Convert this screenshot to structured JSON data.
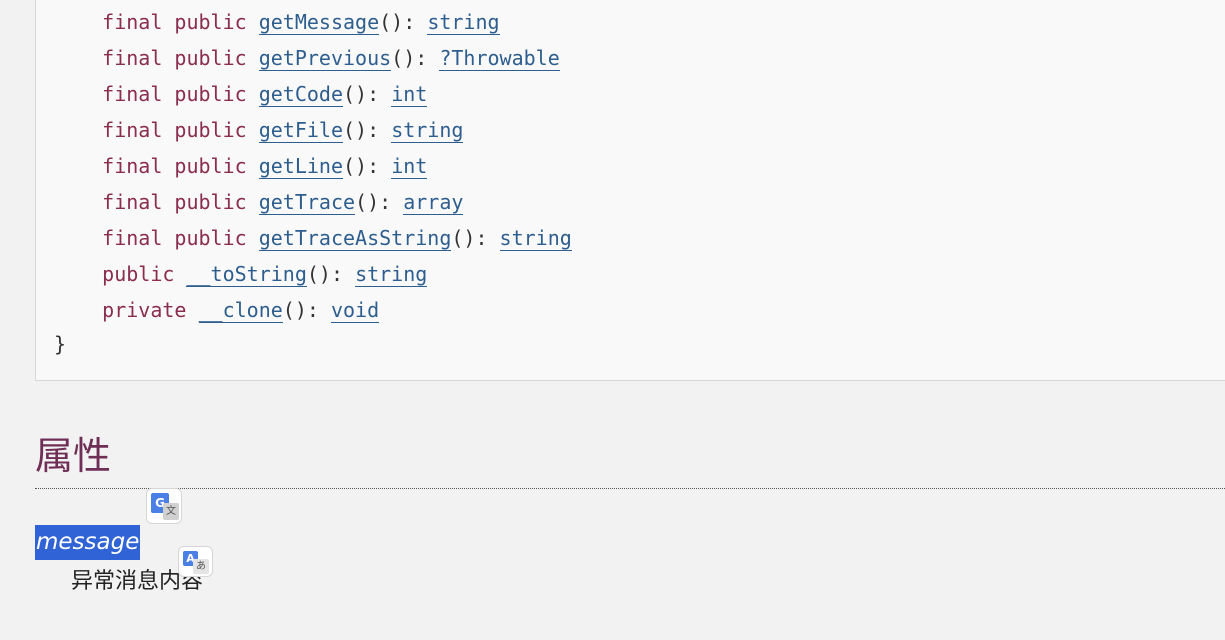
{
  "code": {
    "lines": [
      {
        "kw": "final public ",
        "method": "getMessage",
        "sep": "(): ",
        "type": "string"
      },
      {
        "kw": "final public ",
        "method": "getPrevious",
        "sep": "(): ",
        "type": "?Throwable"
      },
      {
        "kw": "final public ",
        "method": "getCode",
        "sep": "(): ",
        "type": "int"
      },
      {
        "kw": "final public ",
        "method": "getFile",
        "sep": "(): ",
        "type": "string"
      },
      {
        "kw": "final public ",
        "method": "getLine",
        "sep": "(): ",
        "type": "int"
      },
      {
        "kw": "final public ",
        "method": "getTrace",
        "sep": "(): ",
        "type": "array"
      },
      {
        "kw": "final public ",
        "method": "getTraceAsString",
        "sep": "(): ",
        "type": "string"
      },
      {
        "kw": "public ",
        "method": "__toString",
        "sep": "(): ",
        "type": "string"
      },
      {
        "kw": "private ",
        "method": "__clone",
        "sep": "(): ",
        "type": "void"
      }
    ],
    "closing_brace": "}"
  },
  "section": {
    "title": "属性"
  },
  "property": {
    "name": "message",
    "description": "异常消息内容"
  },
  "icons": {
    "google_translate": "google-translate-icon",
    "translate_popup": "translate-icon",
    "g_letter": "G",
    "g_sub": "文",
    "a_letter": "A",
    "a_sub": "あ"
  },
  "colors": {
    "keyword": "#8a2d4f",
    "link": "#2e5e8f",
    "title": "#6e2e55",
    "highlight": "#3063d6"
  }
}
